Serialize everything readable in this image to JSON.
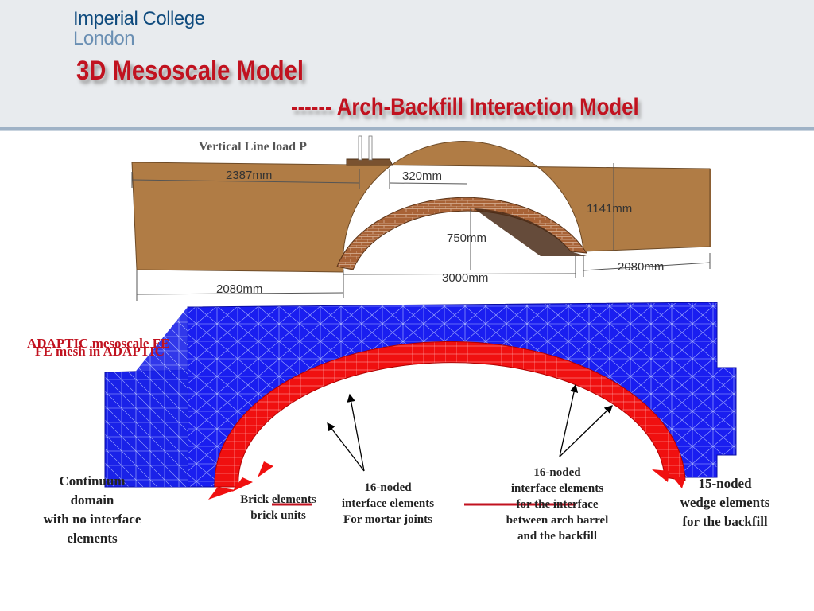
{
  "header": {
    "logo_line1": "Imperial College",
    "logo_line2": "London",
    "title": "3D Mesoscale Model",
    "subtitle": "------ Arch-Backfill Interaction Model"
  },
  "top_model": {
    "load_label": "Vertical Line load P",
    "dims": {
      "left_top": "2387mm",
      "load_width": "320mm",
      "height": "1141mm",
      "rise": "750mm",
      "right": "2080mm",
      "left_bottom": "2080mm",
      "span": "3000mm"
    }
  },
  "labels": {
    "red_caption_1": "ADAPTIC mesoscale FE",
    "red_caption_2": "FE mesh in ADAPTIC",
    "continuum": [
      "Continuum",
      "domain",
      "with no interface",
      "elements"
    ],
    "brick": [
      "Brick elements",
      "brick units"
    ],
    "mortar": [
      "16-noded",
      "interface elements",
      "For mortar joints"
    ],
    "arch_backfill": [
      "16-noded",
      "interface elements",
      "for the interface",
      "between arch barrel",
      "and the backfill"
    ],
    "wedge": [
      "15-noded",
      "wedge elements",
      "for the backfill"
    ]
  },
  "colors": {
    "title_red": "#c1121f",
    "mesh_blue": "#1a1ef0",
    "arch_red": "#f01010",
    "backfill_brown": "#b07c45",
    "brick_brown": "#a35f34"
  }
}
